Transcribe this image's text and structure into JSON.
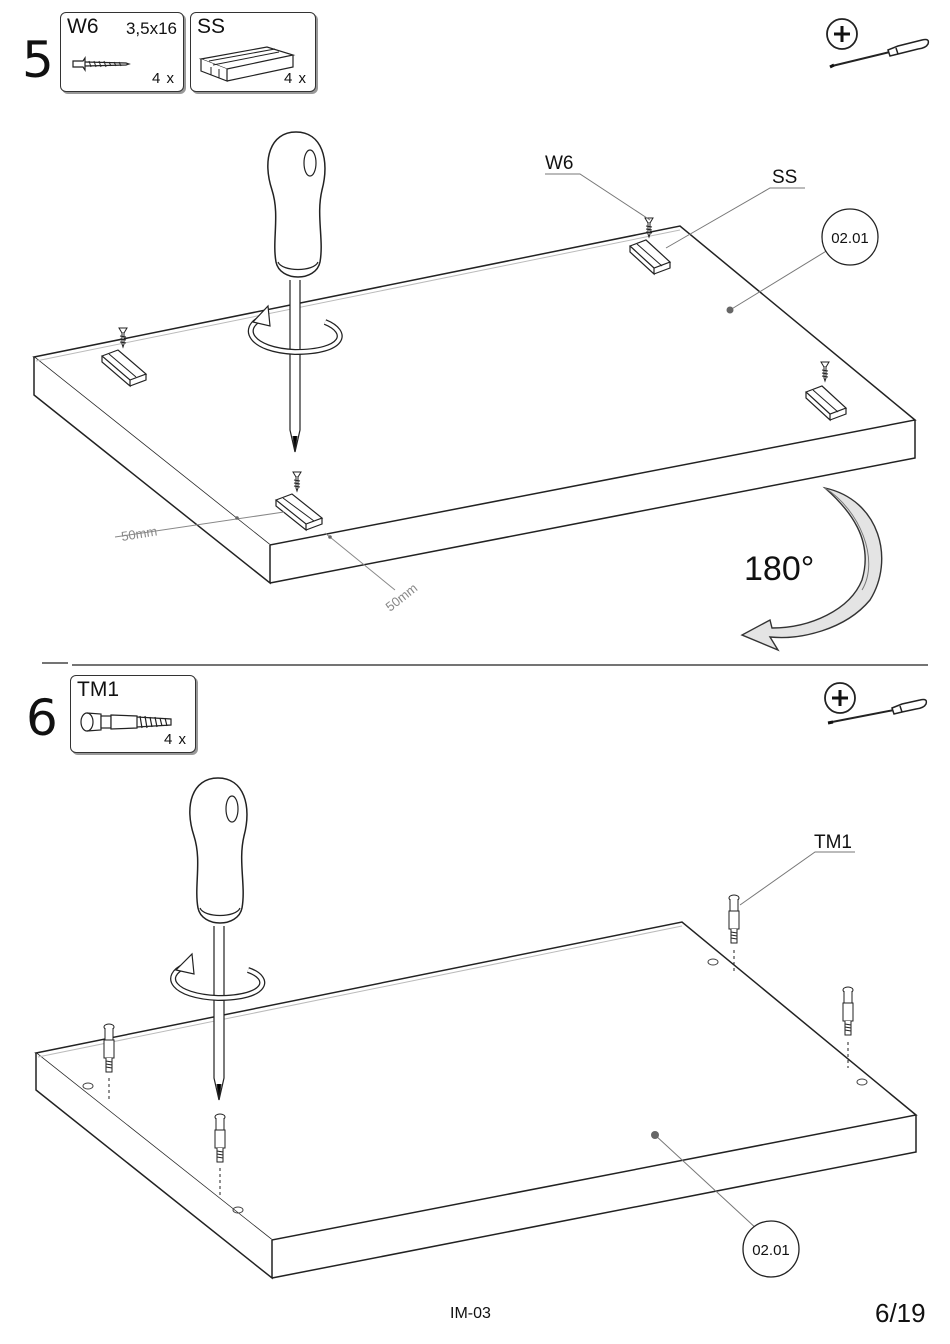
{
  "step5": {
    "number": "5",
    "parts": [
      {
        "code": "W6",
        "size": "3,5x16",
        "qty": "4 x",
        "icon": "screw-icon"
      },
      {
        "code": "SS",
        "size": "",
        "qty": "4 x",
        "icon": "shelf-support-icon"
      }
    ],
    "tool": "phillips-screwdriver-icon",
    "labels": {
      "w6": "W6",
      "ss": "SS",
      "panel": "02.01",
      "dim_a": "50mm",
      "dim_b": "50mm",
      "rotation": "180°"
    }
  },
  "step6": {
    "number": "6",
    "parts": [
      {
        "code": "TM1",
        "size": "",
        "qty": "4 x",
        "icon": "cam-bolt-icon"
      }
    ],
    "tool": "phillips-screwdriver-icon",
    "labels": {
      "tm1": "TM1",
      "panel": "02.01"
    }
  },
  "footer": {
    "code": "IM-03",
    "page": "6/19"
  }
}
